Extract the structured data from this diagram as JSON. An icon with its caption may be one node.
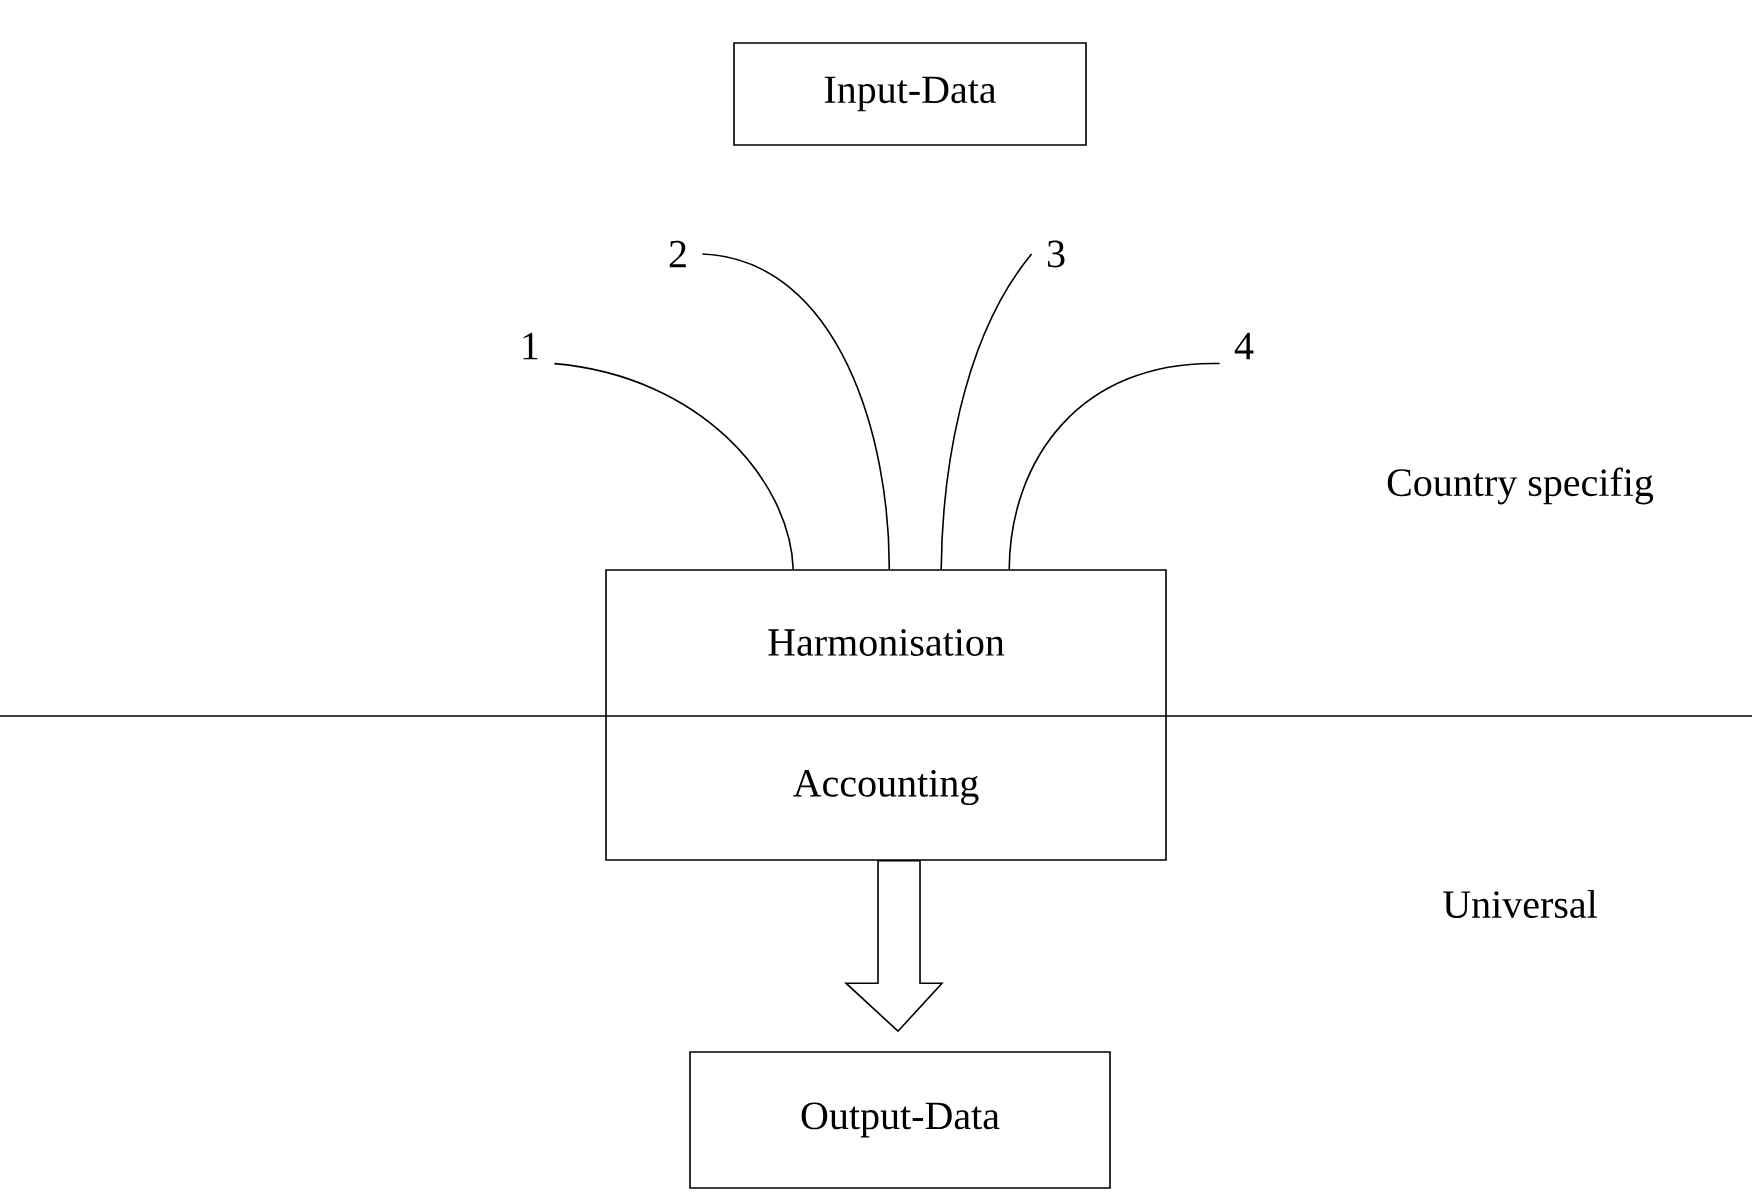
{
  "diagram": {
    "nodes": [
      {
        "text": [
          "Input-Data"
        ]
      },
      {
        "text": [
          "1"
        ]
      },
      {
        "text": [
          "2"
        ]
      },
      {
        "text": [
          "3"
        ]
      },
      {
        "text": [
          "4"
        ]
      },
      {
        "text": [
          "Harmonisation",
          "Accounting"
        ]
      },
      {
        "text": [
          "Output-Data"
        ]
      }
    ],
    "edges": [
      {
        "from": 1,
        "to": 5,
        "arrow": "none"
      },
      {
        "from": 2,
        "to": 5,
        "arrow": "none"
      },
      {
        "from": 3,
        "to": 5,
        "arrow": "none"
      },
      {
        "from": 4,
        "to": 5,
        "arrow": "none"
      },
      {
        "from": 5,
        "to": 6,
        "arrow": "to"
      }
    ],
    "labels": [
      "Country specifig",
      "Universal"
    ]
  }
}
